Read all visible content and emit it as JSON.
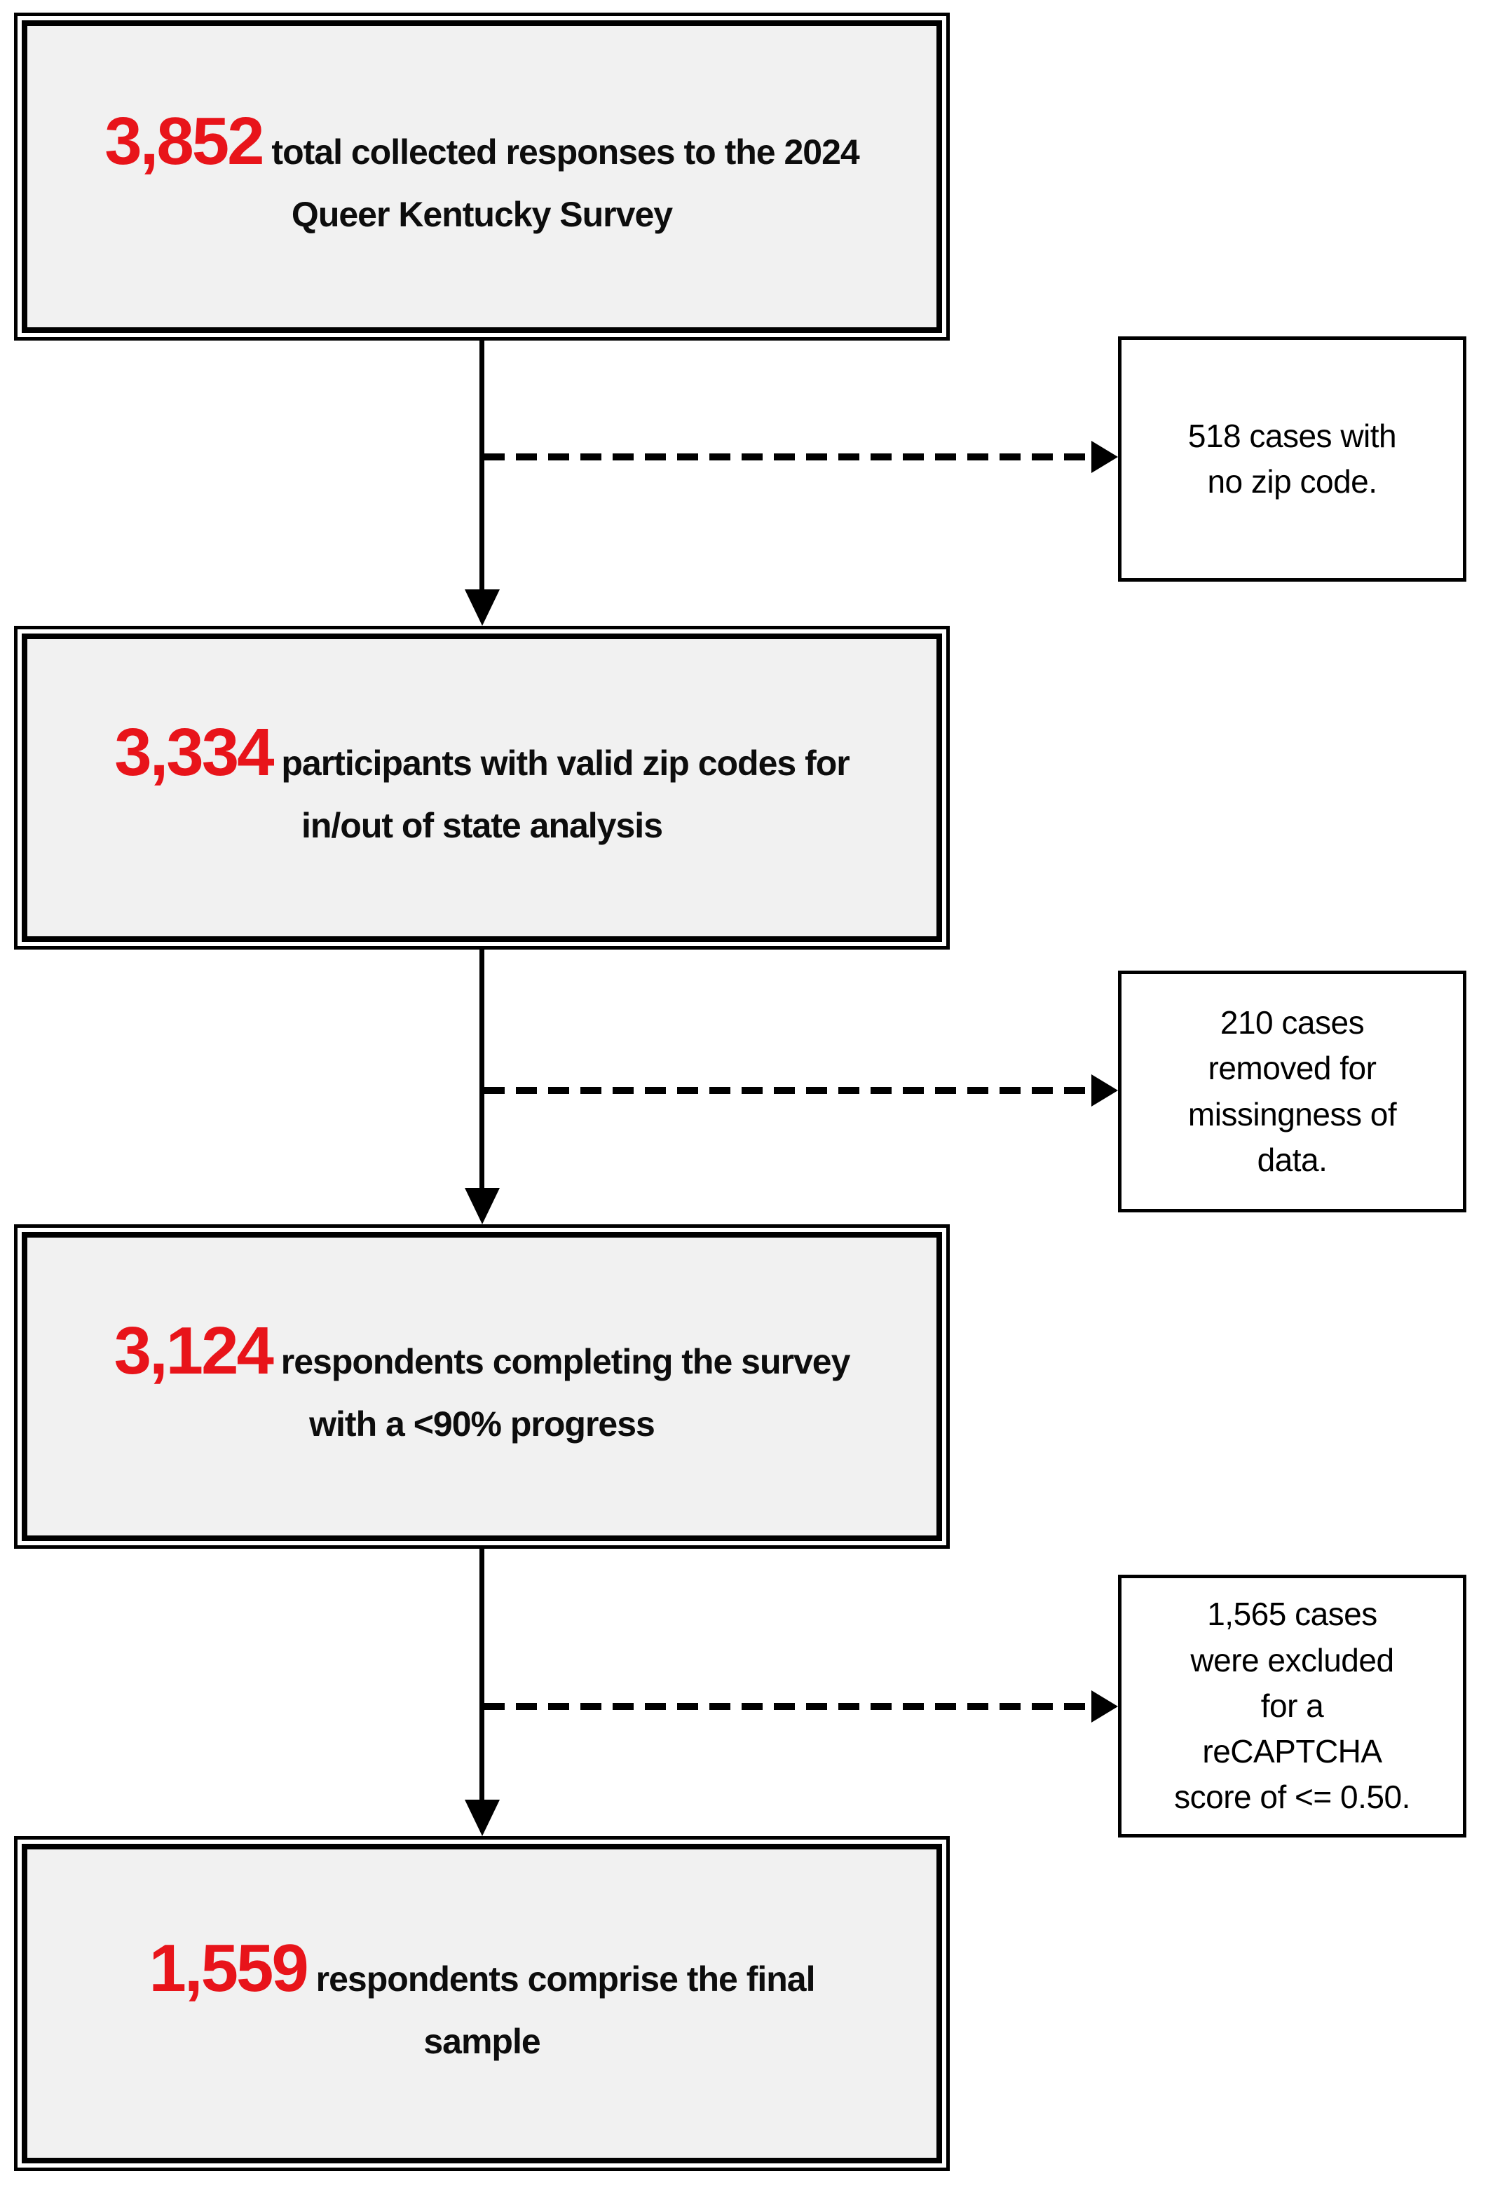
{
  "colors": {
    "number_red": "#e8141a",
    "main_box_fill": "#f1f1f1",
    "line_black": "#000000"
  },
  "main_boxes": [
    {
      "number": "3,852",
      "text": "total collected responses to the 2024\nQueer Kentucky Survey"
    },
    {
      "number": "3,334",
      "text": "participants with valid zip codes for\nin/out of state analysis"
    },
    {
      "number": "3,124",
      "text": "respondents completing the survey\nwith a <90% progress"
    },
    {
      "number": "1,559",
      "text": "respondents comprise the final\nsample"
    }
  ],
  "side_boxes": [
    {
      "text": "518 cases with\nno zip code."
    },
    {
      "text": "210 cases\nremoved for\nmissingness of\ndata."
    },
    {
      "text": "1,565 cases\nwere excluded\nfor a\nreCAPTCHA\nscore of <= 0.50."
    }
  ]
}
